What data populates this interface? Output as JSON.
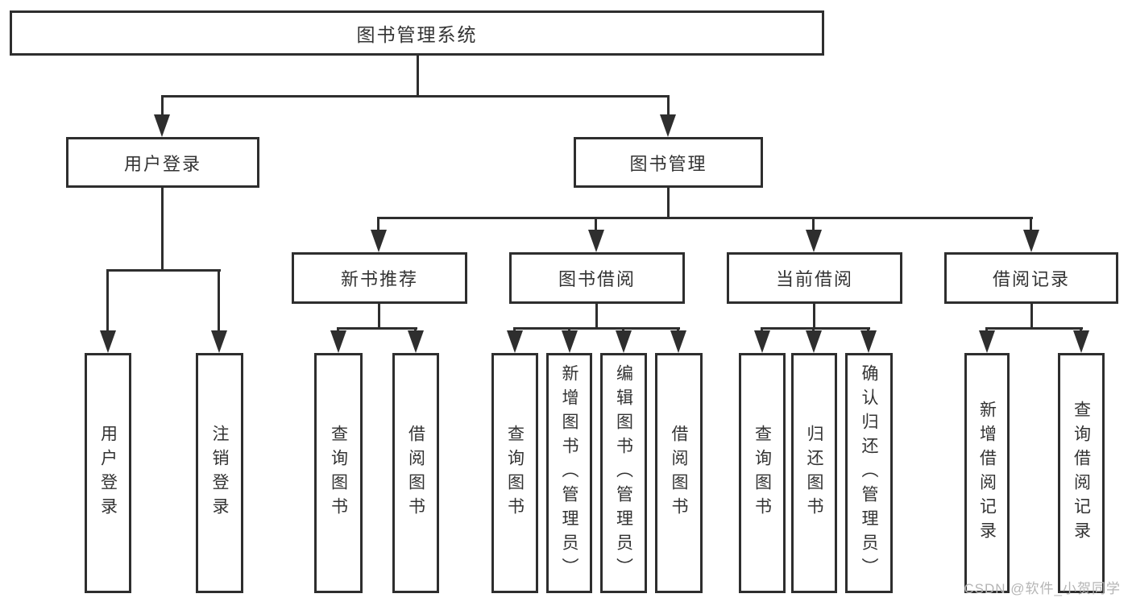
{
  "colors": {
    "background": "#ffffff",
    "line": "#2e2e2e",
    "text": "#333333",
    "watermark": "#b5b5b5"
  },
  "diagram": {
    "root": {
      "label": "图书管理系统"
    },
    "branches": [
      {
        "label": "用户登录",
        "children": [
          {
            "label": "用户登录"
          },
          {
            "label": "注销登录"
          }
        ]
      },
      {
        "label": "图书管理",
        "children": [
          {
            "label": "新书推荐",
            "children": [
              {
                "label": "查询图书"
              },
              {
                "label": "借阅图书"
              }
            ]
          },
          {
            "label": "图书借阅",
            "children": [
              {
                "label": "查询图书"
              },
              {
                "label": "新增图书（管理员）"
              },
              {
                "label": "编辑图书（管理员）"
              },
              {
                "label": "借阅图书"
              }
            ]
          },
          {
            "label": "当前借阅",
            "children": [
              {
                "label": "查询图书"
              },
              {
                "label": "归还图书"
              },
              {
                "label": "确认归还（管理员）"
              }
            ]
          },
          {
            "label": "借阅记录",
            "children": [
              {
                "label": "新增借阅记录"
              },
              {
                "label": "查询借阅记录"
              }
            ]
          }
        ]
      }
    ]
  },
  "watermark": {
    "label": "CSDN @软件_小贺同学"
  }
}
